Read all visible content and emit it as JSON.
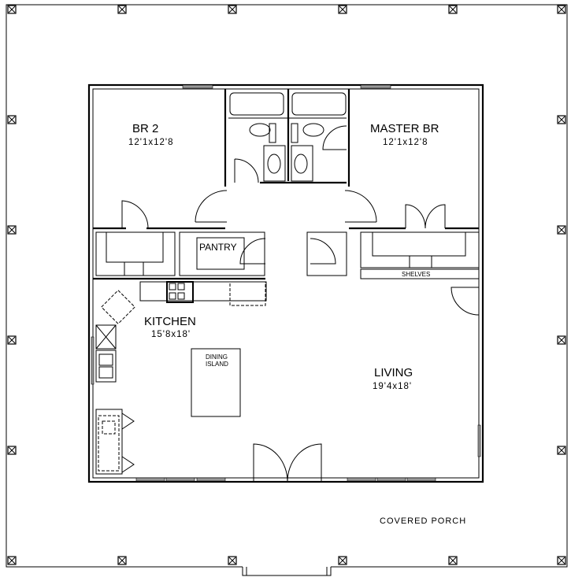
{
  "rooms": {
    "br2": {
      "name": "BR 2",
      "size": "12'1x12'8"
    },
    "master": {
      "name": "MASTER BR",
      "size": "12'1x12'8"
    },
    "kitchen": {
      "name": "KITCHEN",
      "size": "15'8x18'"
    },
    "living": {
      "name": "LIVING",
      "size": "19'4x18'"
    },
    "pantry": {
      "name": "PANTRY"
    },
    "shelves": {
      "name": "SHELVES"
    },
    "island": {
      "line1": "DINING",
      "line2": "ISLAND"
    },
    "porch": {
      "name": "COVERED PORCH"
    }
  }
}
